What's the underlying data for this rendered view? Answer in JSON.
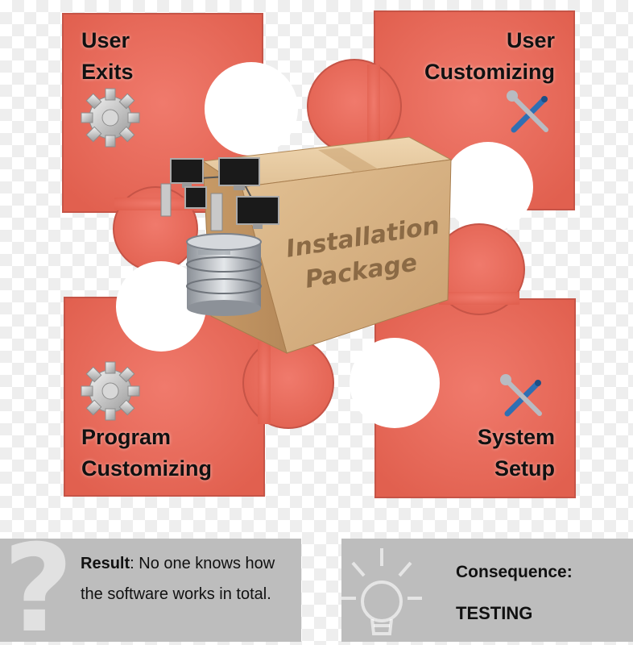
{
  "pieces": {
    "top_left": {
      "label": "User\nExits",
      "icon": "gear-icon"
    },
    "top_right": {
      "label": "User\nCustomizing",
      "icon": "tools-icon"
    },
    "bottom_left": {
      "label": "Program\nCustomizing",
      "icon": "gear-icon"
    },
    "bottom_right": {
      "label": "System\nSetup",
      "icon": "tools-icon"
    }
  },
  "center": {
    "box_label_line1": "Installation",
    "box_label_line2": "Package",
    "icons": [
      "computer-network-icon",
      "database-icon"
    ]
  },
  "result_panel": {
    "icon": "question-mark-icon",
    "heading": "Result",
    "separator": ":",
    "text": " No one knows how the software works in  total."
  },
  "consequence_panel": {
    "icon": "light-bulb-icon",
    "heading": "Consequence:",
    "value": "TESTING"
  },
  "colors": {
    "piece": "#ec6f61",
    "piece_dark": "#d2584c",
    "box": "#d8b486",
    "panel": "#bdbdbd"
  }
}
